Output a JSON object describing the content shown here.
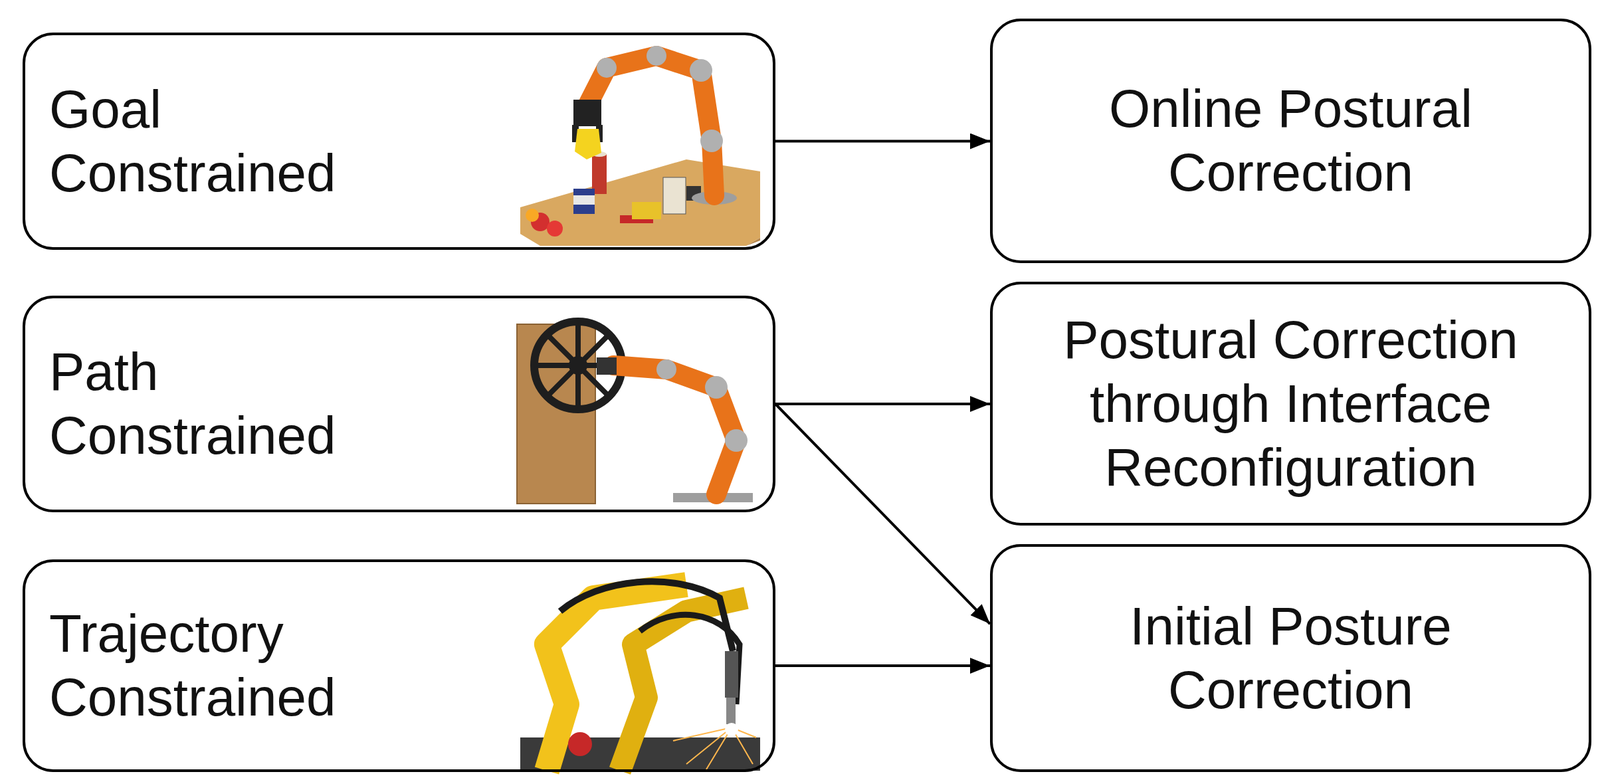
{
  "diagram": {
    "nodes": [
      {
        "text": [
          "Goal Constrained"
        ]
      },
      {
        "text": [
          "Online Postural Correction"
        ]
      },
      {
        "text": [
          "Path Constrained"
        ]
      },
      {
        "text": [
          "Postural Correction through Interface Reconfiguration"
        ]
      },
      {
        "text": [
          "Trajectory Constrained"
        ]
      },
      {
        "text": [
          "Initial Posture Correction"
        ]
      }
    ],
    "edges": [
      {
        "from": 0,
        "to": 1,
        "arrow": "to"
      },
      {
        "from": 2,
        "to": 3,
        "arrow": "to"
      },
      {
        "from": 2,
        "to": 5,
        "arrow": "to"
      },
      {
        "from": 4,
        "to": 5,
        "arrow": "to"
      }
    ]
  }
}
